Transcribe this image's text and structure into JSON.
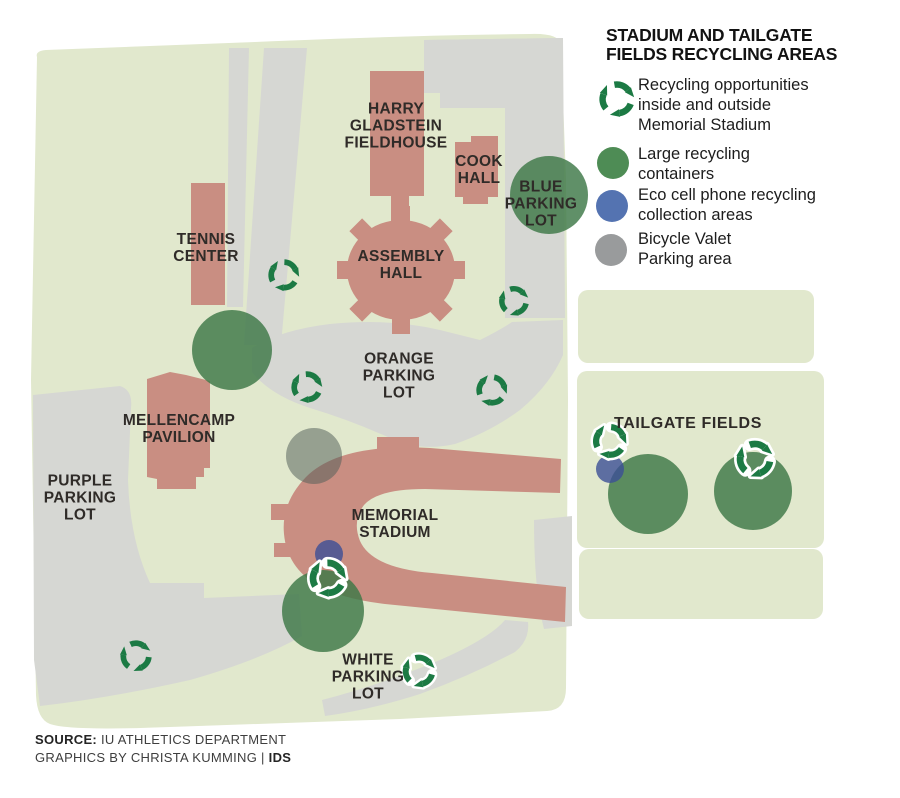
{
  "legend": {
    "title": "STADIUM AND TAILGATE\nFIELDS RECYCLING AREAS",
    "items": [
      {
        "id": "recycling-opportunities",
        "icon": "recycling-icon",
        "label": "Recycling opportunities\ninside and outside\nMemorial Stadium",
        "color": "#1c7a44"
      },
      {
        "id": "large-recycling-containers",
        "icon": "green-circle",
        "label": "Large recycling\ncontainers",
        "color": "#4e8c55"
      },
      {
        "id": "eco-cell-phone-recycling",
        "icon": "blue-circle",
        "label": "Eco cell phone recycling\ncollection areas",
        "color": "#5473b1"
      },
      {
        "id": "bicycle-valet-parking",
        "icon": "gray-circle",
        "label": "Bicycle Valet\nParking area",
        "color": "#999b9c"
      }
    ]
  },
  "map": {
    "labels": {
      "harry_gladstein_fieldhouse": "HARRY\nGLADSTEIN\nFIELDHOUSE",
      "cook_hall": "COOK\nHALL",
      "tennis_center": "TENNIS\nCENTER",
      "assembly_hall": "ASSEMBLY\nHALL",
      "blue_parking_lot": "BLUE\nPARKING\nLOT",
      "orange_parking_lot": "ORANGE\nPARKING\nLOT",
      "mellencamp_pavilion": "MELLENCAMP\nPAVILION",
      "purple_parking_lot": "PURPLE\nPARKING\nLOT",
      "memorial_stadium": "MEMORIAL\nSTADIUM",
      "white_parking_lot": "WHITE\nPARKING\nLOT",
      "tailgate_fields": "TAILGATE FIELDS"
    },
    "colors": {
      "campus_green": "#e1e8cd",
      "road_gray": "#d6d7d3",
      "building_salmon": "#c98e82",
      "recycle_icon_green": "#1c7a44",
      "container_circle_green": "#3d7847",
      "cell_phone_circle_blue": "#3c4f96",
      "bicycle_valet_circle_gray": "#515d58"
    },
    "markers": {
      "large_recycling_containers_at": [
        "Blue Parking Lot",
        "near Tennis Center",
        "south of Memorial Stadium",
        "Tailgate Fields west",
        "Tailgate Fields east"
      ],
      "eco_cell_phone_areas_at": [
        "Memorial Stadium southwest",
        "Tailgate Fields west"
      ],
      "bicycle_valet_at": [
        "northwest of Memorial Stadium"
      ],
      "recycling_opportunity_count": 9
    }
  },
  "source": {
    "label": "SOURCE:",
    "line1_rest": " IU ATHLETICS DEPARTMENT",
    "line2_prefix": "GRAPHICS BY CHRISTA KUMMING | ",
    "line2_bold": "IDS"
  }
}
